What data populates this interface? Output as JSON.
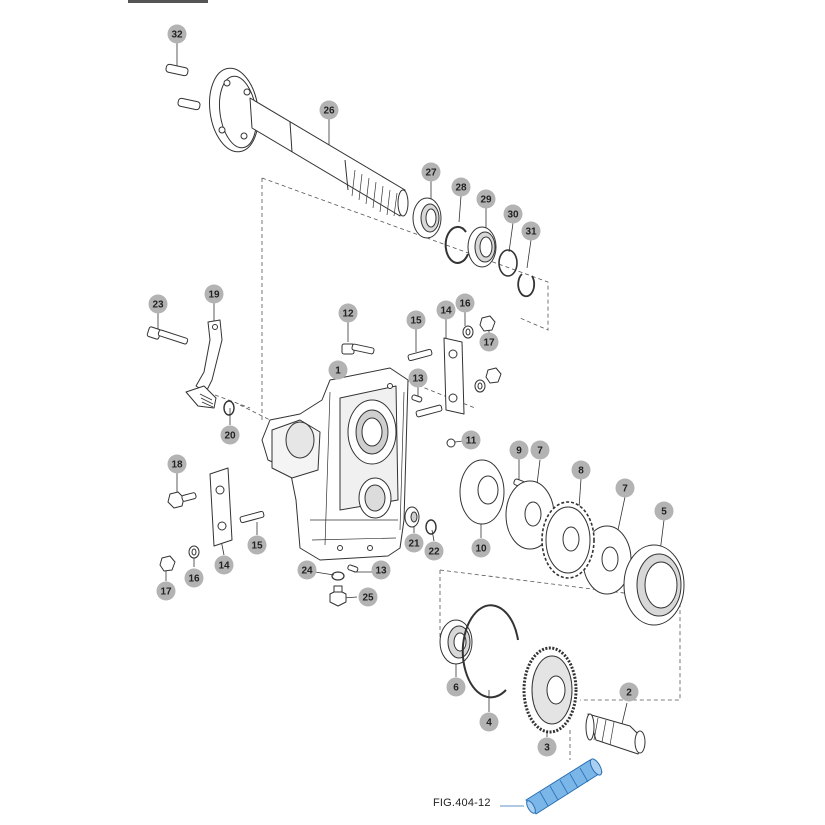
{
  "figure": {
    "label": "FIG.404-12"
  },
  "colors": {
    "callout_fill": "#b3b3b3",
    "line": "#333333",
    "dash": "#555555",
    "highlight": "#7ab6e8"
  },
  "callouts": [
    {
      "id": "32",
      "part": "pin"
    },
    {
      "id": "26",
      "part": "axle-shaft"
    },
    {
      "id": "27",
      "part": "oil-seal"
    },
    {
      "id": "28",
      "part": "snap-ring"
    },
    {
      "id": "29",
      "part": "bearing"
    },
    {
      "id": "30",
      "part": "washer"
    },
    {
      "id": "31",
      "part": "snap-ring"
    },
    {
      "id": "23",
      "part": "bolt"
    },
    {
      "id": "19",
      "part": "brake-lever"
    },
    {
      "id": "12",
      "part": "bolt"
    },
    {
      "id": "14",
      "part": "bracket"
    },
    {
      "id": "16",
      "part": "washer"
    },
    {
      "id": "15",
      "part": "stud"
    },
    {
      "id": "17",
      "part": "nut"
    },
    {
      "id": "1",
      "part": "housing"
    },
    {
      "id": "13",
      "part": "dowel-pin"
    },
    {
      "id": "20",
      "part": "o-ring"
    },
    {
      "id": "11",
      "part": "ball"
    },
    {
      "id": "9",
      "part": "pin"
    },
    {
      "id": "7",
      "part": "friction-plate"
    },
    {
      "id": "8",
      "part": "brake-disc"
    },
    {
      "id": "18",
      "part": "bolt"
    },
    {
      "id": "5",
      "part": "cover"
    },
    {
      "id": "10",
      "part": "actuator-plate"
    },
    {
      "id": "21",
      "part": "seal"
    },
    {
      "id": "22",
      "part": "o-ring"
    },
    {
      "id": "24",
      "part": "gasket"
    },
    {
      "id": "25",
      "part": "drain-plug"
    },
    {
      "id": "6",
      "part": "bearing"
    },
    {
      "id": "2",
      "part": "pinion"
    },
    {
      "id": "4",
      "part": "snap-ring"
    },
    {
      "id": "3",
      "part": "bevel-gear"
    }
  ]
}
